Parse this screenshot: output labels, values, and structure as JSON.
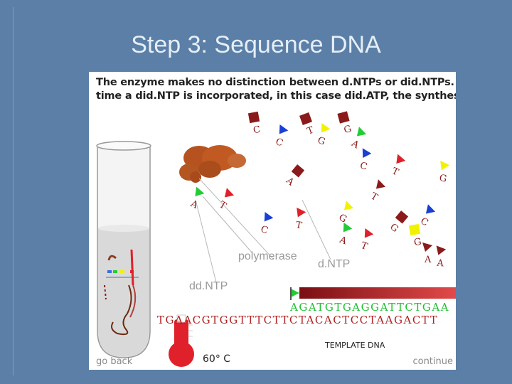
{
  "slide": {
    "title": "Step 3: Sequence DNA"
  },
  "panel": {
    "intro_line1": "The enzyme makes no distinction between d.NTPs or did.NTPs.  Each",
    "intro_line2": "time a did.NTP is incorporated, in this case did.ATP, the synthesis stops.",
    "label_polymerase": "polymerase",
    "label_dntp": "d.NTP",
    "label_ddntp": "dd.NTP",
    "strand_new": "AGATGTGAGGATTCTGAA",
    "strand_template": "TGAACGTGGTTTCTTCTACACTCCTAAGACTT",
    "template_label": "TEMPLATE DNA",
    "temperature": "60° C",
    "go_back": "go back",
    "continue": "continue"
  },
  "nucleotides": [
    {
      "base": "C",
      "color": "#8b1a1a"
    },
    {
      "base": "C",
      "color": "#1a3fd6"
    },
    {
      "base": "T",
      "color": "#8b1a1a"
    },
    {
      "base": "G",
      "color": "#f2f200"
    },
    {
      "base": "G",
      "color": "#8b1a1a"
    },
    {
      "base": "A",
      "color": "#22cc33"
    },
    {
      "base": "C",
      "color": "#1a3fd6"
    },
    {
      "base": "T",
      "color": "#e0202a"
    },
    {
      "base": "G",
      "color": "#f2f200"
    },
    {
      "base": "A",
      "color": "#8b1a1a"
    },
    {
      "base": "T",
      "color": "#8b1a1a"
    },
    {
      "base": "A",
      "color": "#22cc33"
    },
    {
      "base": "T",
      "color": "#e0202a"
    },
    {
      "base": "C",
      "color": "#1a3fd6"
    },
    {
      "base": "T",
      "color": "#e0202a"
    },
    {
      "base": "G",
      "color": "#f2f200"
    },
    {
      "base": "A",
      "color": "#22cc33"
    },
    {
      "base": "T",
      "color": "#e0202a"
    },
    {
      "base": "G",
      "color": "#8b1a1a"
    },
    {
      "base": "C",
      "color": "#1a3fd6"
    },
    {
      "base": "A",
      "color": "#8b1a1a"
    },
    {
      "base": "A",
      "color": "#8b1a1a"
    },
    {
      "base": "G",
      "color": "#f2f200"
    }
  ],
  "colors": {
    "background": "#5b7fa6",
    "base_text": "#8b1a1a"
  }
}
